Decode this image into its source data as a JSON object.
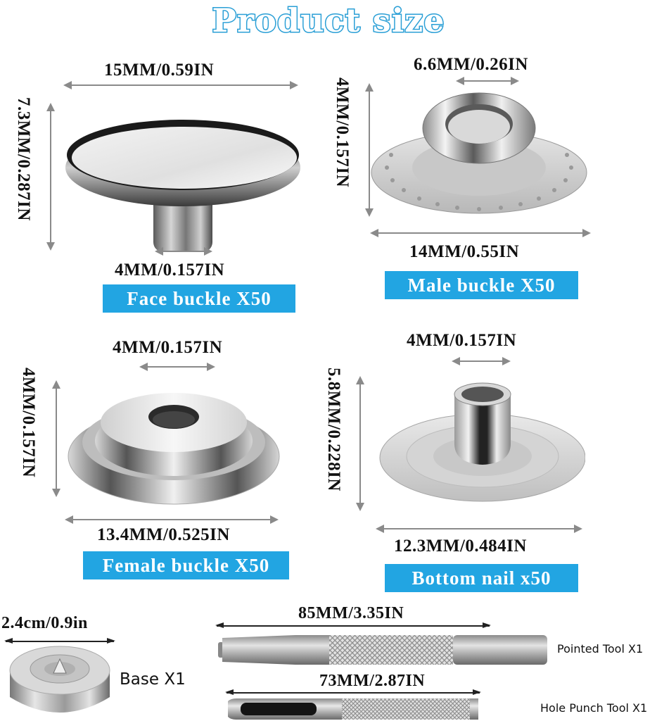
{
  "title": "Product size",
  "colors": {
    "badge_bg": "#22a5e2",
    "title_outline": "#2a9fd6",
    "arrow": "#8a8a8a"
  },
  "items": [
    {
      "id": "face-buckle",
      "label": "Face buckle X50",
      "dimensions": {
        "width": "15MM/0.59IN",
        "height": "7.3MM/0.287IN",
        "stem": "4MM/0.157IN"
      }
    },
    {
      "id": "male-buckle",
      "label": "Male buckle X50",
      "dimensions": {
        "inner": "6.6MM/0.26IN",
        "height": "4MM/0.157IN",
        "width": "14MM/0.55IN"
      }
    },
    {
      "id": "female-buckle",
      "label": "Female buckle X50",
      "dimensions": {
        "hole": "4MM/0.157IN",
        "height": "4MM/0.157IN",
        "width": "13.4MM/0.525IN"
      }
    },
    {
      "id": "bottom-nail",
      "label": "Bottom nail x50",
      "dimensions": {
        "stem": "4MM/0.157IN",
        "height": "5.8MM/0.228IN",
        "width": "12.3MM/0.484IN"
      }
    },
    {
      "id": "base",
      "label": "Base X1",
      "dimensions": {
        "width": "2.4cm/0.9in"
      }
    },
    {
      "id": "pointed-tool",
      "label": "Pointed Tool  X1",
      "dimensions": {
        "length": "85MM/3.35IN"
      }
    },
    {
      "id": "hole-punch-tool",
      "label": "Hole Punch Tool  X1",
      "dimensions": {
        "length": "73MM/2.87IN"
      }
    }
  ]
}
